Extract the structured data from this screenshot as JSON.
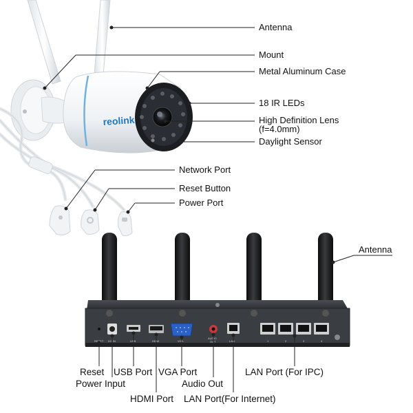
{
  "camera": {
    "brand": "reolink",
    "labels": {
      "antenna": "Antenna",
      "mount": "Mount",
      "case": "Metal Aluminum Case",
      "ir_leds": "18 IR LEDs",
      "lens_line1": "High Definition Lens",
      "lens_line2": "(f=4.0mm)",
      "daylight_sensor": "Daylight Sensor",
      "network_port": "Network Port",
      "reset_button": "Reset Button",
      "power_port": "Power Port"
    }
  },
  "nvr": {
    "antenna_label": "Antenna",
    "panel_text": {
      "reset": "RESET",
      "dc_in": "DC IN",
      "usb": "USB",
      "hdmi": "HDMI",
      "vga": "VGA",
      "audio_out_1": "AUDIO",
      "audio_out_2": "OUT",
      "lan": "LAN",
      "lan_port_numbers": [
        "1",
        "2",
        "3",
        "4"
      ]
    },
    "port_labels": {
      "reset": "Reset",
      "power_input": "Power Input",
      "usb_port": "USB Port",
      "hdmi_port": "HDMI Port",
      "vga_port": "VGA Port",
      "audio_out": "Audio Out",
      "lan_internet": "LAN Port(For Internet)",
      "lan_ipc": "LAN Port (For IPC)"
    }
  },
  "colors": {
    "camera_body": "#f4f6f8",
    "camera_ring": "#5fa7d6",
    "brand_blue": "#1e78c8",
    "nvr_body": "#3a3d42",
    "nvr_panel": "#2b2d31",
    "antenna_black": "#1b1c1e",
    "leader_line": "#222222"
  }
}
